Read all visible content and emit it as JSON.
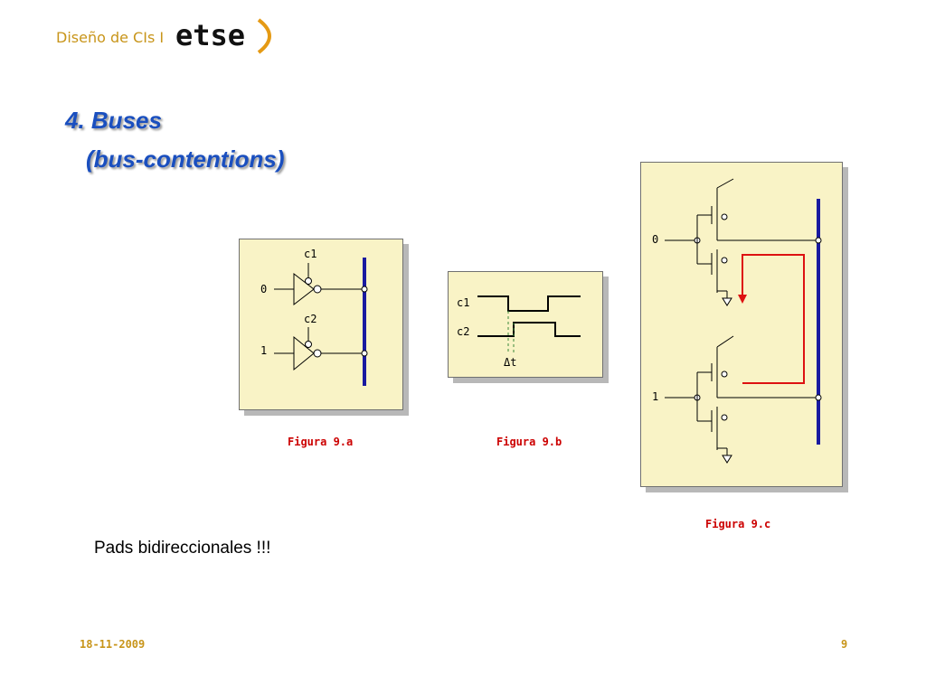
{
  "header": {
    "course": "Diseño de CIs I",
    "logo_text": "etse"
  },
  "title": {
    "line1": "4. Buses",
    "line2": "(bus-contentions)"
  },
  "figure_a": {
    "ctrl_top": "c1",
    "ctrl_bottom": "c2",
    "input_top": "0",
    "input_bottom": "1",
    "caption": "Figura 9.a"
  },
  "figure_b": {
    "signal_top": "c1",
    "signal_bottom": "c2",
    "delta": "Δt",
    "caption": "Figura 9.b"
  },
  "figure_c": {
    "input_top": "0",
    "input_bottom": "1",
    "caption": "Figura 9.c"
  },
  "body_text": "Pads bidireccionales !!!",
  "footer": {
    "date": "18-11-2009",
    "page": "9"
  },
  "colors": {
    "accent": "#c8951a",
    "title": "#1a4fbf",
    "caption": "#cc0000",
    "bus": "#1a1aa0",
    "panel": "#f9f3c6",
    "contention": "#dd1111"
  }
}
